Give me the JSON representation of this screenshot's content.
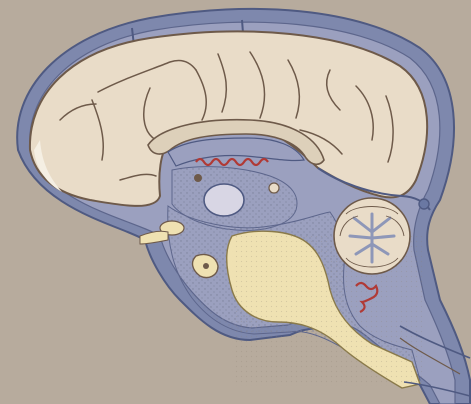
{
  "palette": {
    "background": "#b7ab9d",
    "meninges_blue": "#6a78a3",
    "meninges_light": "#8e97b8",
    "csf_space": "#9ba0bf",
    "brain_tissue": "#e9dcc8",
    "brain_outline": "#6e5a4a",
    "brainstem_cream": "#efe1b2",
    "stipple": "#8b8fa8",
    "choroid_red": "#b03a36",
    "ventricle_white": "#f1ece1"
  },
  "illustration": {
    "subject": "sagittal-section-brain",
    "regions": [
      "cerebrum",
      "corpus-callosum",
      "lateral-ventricle",
      "thalamus",
      "cerebellum",
      "brainstem",
      "spinal-cord",
      "meninges",
      "choroid-plexus"
    ]
  }
}
